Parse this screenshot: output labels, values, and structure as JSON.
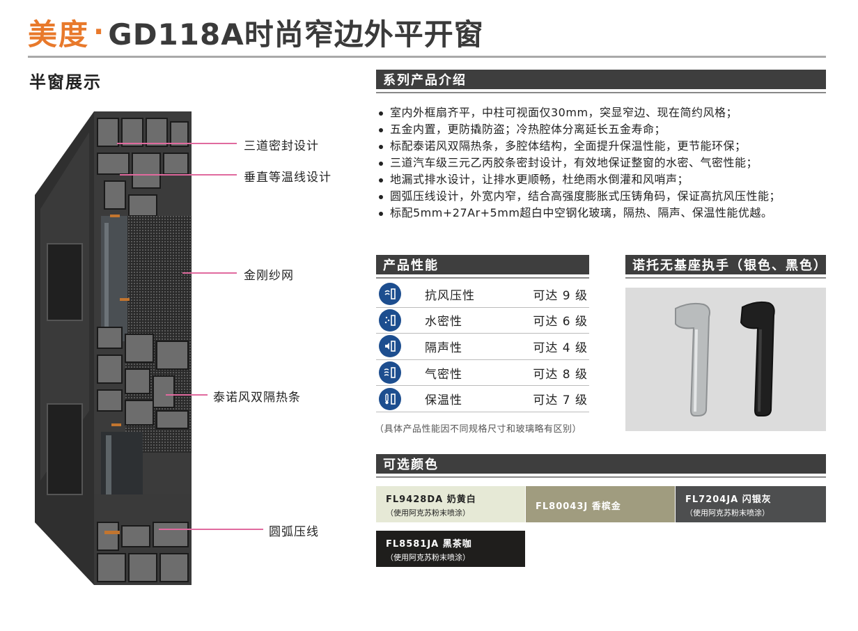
{
  "header": {
    "brand": "美度",
    "dot": "·",
    "model": "GD118A时尚窄边外平开窗"
  },
  "half_window": {
    "title": "半窗展示",
    "callouts": [
      "三道密封设计",
      "垂直等温线设计",
      "金刚纱网",
      "泰诺风双隔热条",
      "圆弧压线"
    ]
  },
  "series": {
    "title": "系列产品介绍",
    "features": [
      "室内外框扇齐平，中柱可视面仅30mm，突显窄边、现在简约风格；",
      "五金内置，更防撬防盗；冷热腔体分离延长五金寿命；",
      "标配泰诺风双隔热条，多腔体结构，全面提升保温性能，更节能环保；",
      "三道汽车级三元乙丙胶条密封设计，有效地保证整窗的水密、气密性能；",
      "地漏式排水设计，让排水更顺畅，杜绝雨水倒灌和风哨声；",
      "圆弧压线设计，外宽内窄，结合高强度膨胀式压铸角码，保证高抗风压性能；",
      "标配5mm+27Ar+5mm超白中空钢化玻璃，隔热、隔声、保温性能优越。"
    ]
  },
  "performance": {
    "title": "产品性能",
    "rows": [
      {
        "icon": "wind-pressure-icon",
        "name": "抗风压性",
        "value": "可达 9 级"
      },
      {
        "icon": "water-tight-icon",
        "name": "水密性",
        "value": "可达 6 级"
      },
      {
        "icon": "sound-insulation-icon",
        "name": "隔声性",
        "value": "可达 4 级"
      },
      {
        "icon": "air-tight-icon",
        "name": "气密性",
        "value": "可达 8 级"
      },
      {
        "icon": "thermal-insulation-icon",
        "name": "保温性",
        "value": "可达 7 级"
      }
    ],
    "note": "（具体产品性能因不同规格尺寸和玻璃略有区别）"
  },
  "handle": {
    "title": "诺托无基座执手（银色、黑色）"
  },
  "colors": {
    "title": "可选颜色",
    "swatches": [
      {
        "code": "FL9428DA 奶黄白",
        "sub": "（使用阿克苏粉末喷涂）",
        "bg": "#e6e9d6",
        "fg": "#222222"
      },
      {
        "code": "FL80043J 香槟金",
        "sub": "",
        "bg": "#a09c7f",
        "fg": "#ffffff"
      },
      {
        "code": "FL7204JA 闪银灰",
        "sub": "（使用阿克苏粉末喷涂）",
        "bg": "#4d4e4f",
        "fg": "#ffffff"
      },
      {
        "code": "FL8581JA 黑茶咖",
        "sub": "（使用阿克苏粉末喷涂）",
        "bg": "#1f1e1c",
        "fg": "#ffffff"
      }
    ]
  },
  "palette": {
    "brand_orange": "#e8792b",
    "section_bar": "#3e3e3e",
    "icon_blue": "#1d4e8f",
    "callout_pink": "#e06a9e"
  }
}
